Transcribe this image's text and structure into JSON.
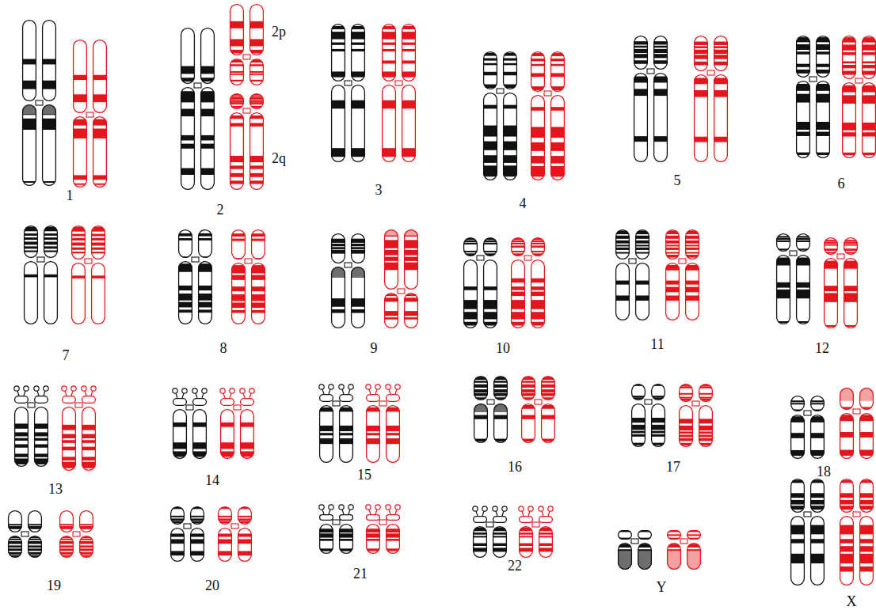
{
  "diagram": {
    "labels": [
      "1",
      "2p",
      "2q",
      "2",
      "3",
      "4",
      "5",
      "6",
      "7",
      "8",
      "9",
      "10",
      "11",
      "12",
      "13",
      "14",
      "15",
      "16",
      "17",
      "18",
      "19",
      "20",
      "21",
      "22",
      "Y",
      "X"
    ]
  }
}
